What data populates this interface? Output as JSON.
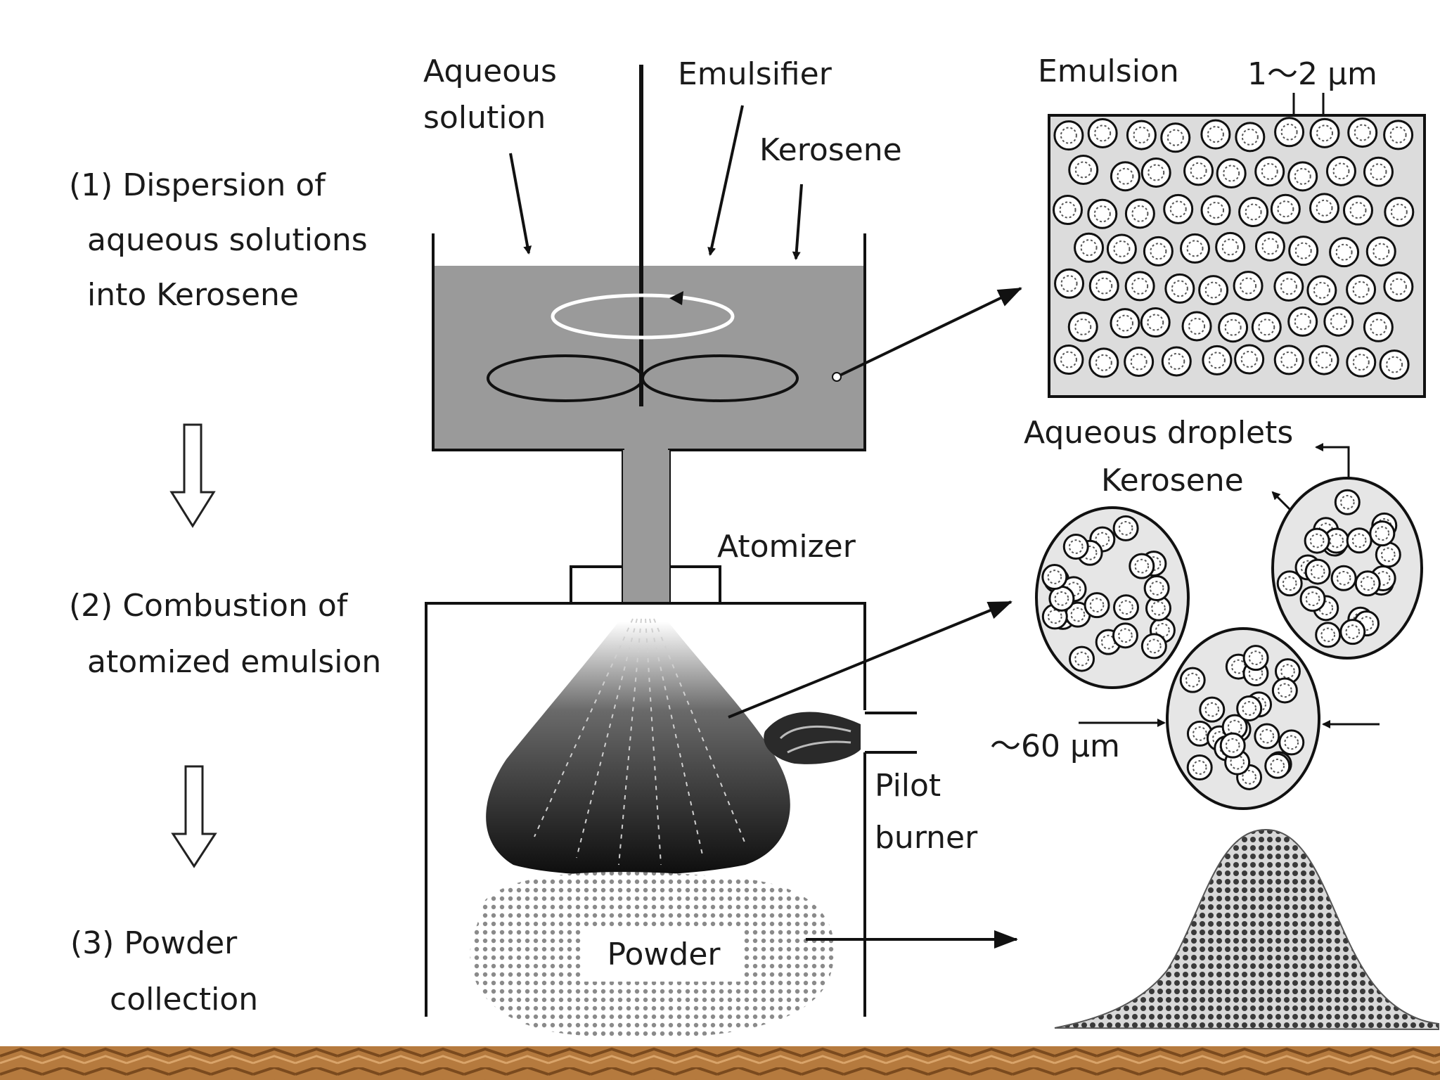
{
  "steps": [
    {
      "lines": [
        "(1) Dispersion of",
        "aqueous solutions",
        "into Kerosene"
      ]
    },
    {
      "lines": [
        "(2) Combustion of",
        "atomized emulsion"
      ]
    },
    {
      "lines": [
        "(3) Powder",
        "collection"
      ]
    }
  ],
  "labels": {
    "aqueous_solution": [
      "Aqueous",
      "solution"
    ],
    "emulsifier": "Emulsifier",
    "kerosene_top": "Kerosene",
    "atomizer": "Atomizer",
    "pilot_burner": [
      "Pilot",
      "burner"
    ],
    "powder": "Powder",
    "emulsion": "Emulsion",
    "size_small": "1～2 μm",
    "aqueous_droplets": "Aqueous droplets",
    "kerosene_right": "Kerosene",
    "size_large": "～60 μm"
  },
  "colors": {
    "tank_fill": "#9a9a9a",
    "ink": "#1a1a1a",
    "wood_base": "#b57a3e"
  }
}
